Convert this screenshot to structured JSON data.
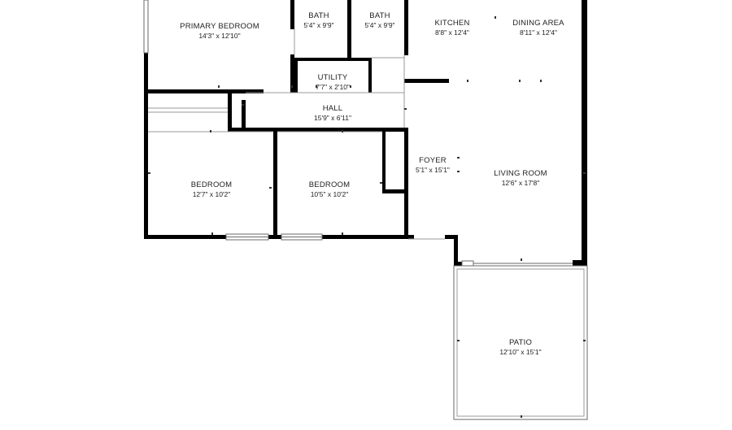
{
  "rooms": {
    "primary_bedroom": {
      "name": "PRIMARY BEDROOM",
      "dims": "14'3\" x 12'10\""
    },
    "bath_1": {
      "name": "BATH",
      "dims": "5'4\" x 9'9\""
    },
    "bath_2": {
      "name": "BATH",
      "dims": "5'4\" x 9'9\""
    },
    "kitchen": {
      "name": "KITCHEN",
      "dims": "8'8\" x 12'4\""
    },
    "dining_area": {
      "name": "DINING AREA",
      "dims": "8'11\" x 12'4\""
    },
    "utility": {
      "name": "UTILITY",
      "dims": "7'7\" x 2'10\""
    },
    "hall": {
      "name": "HALL",
      "dims": "15'9\" x 6'11\""
    },
    "foyer": {
      "name": "FOYER",
      "dims": "5'1\" x 15'1\""
    },
    "living_room": {
      "name": "LIVING ROOM",
      "dims": "12'6\" x 17'8\""
    },
    "bedroom_1": {
      "name": "BEDROOM",
      "dims": "12'7\" x 10'2\""
    },
    "bedroom_2": {
      "name": "BEDROOM",
      "dims": "10'5\" x 10'2\""
    },
    "patio": {
      "name": "PATIO",
      "dims": "12'10\" x 15'1\""
    }
  }
}
